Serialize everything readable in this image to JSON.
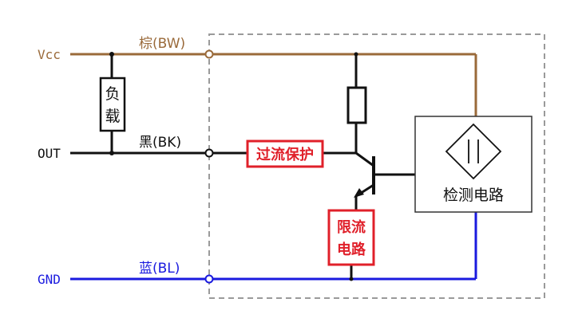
{
  "colors": {
    "vcc_wire": "#9a6a3a",
    "gnd_wire": "#1a1adf",
    "black_wire": "#111111",
    "protect_border": "#e0202a",
    "dashed_box": "#9a9a9a"
  },
  "left_labels": {
    "vcc": "Vcc",
    "out": "OUT",
    "gnd": "GND"
  },
  "wire_labels": {
    "brown": "棕(BW)",
    "black": "黑(BK)",
    "blue": "蓝(BL)"
  },
  "load": {
    "label_1": "负",
    "label_2": "载"
  },
  "blocks": {
    "overcurrent": "过流保护",
    "current_limit_1": "限流",
    "current_limit_2": "电路",
    "detect": "检测电路"
  }
}
